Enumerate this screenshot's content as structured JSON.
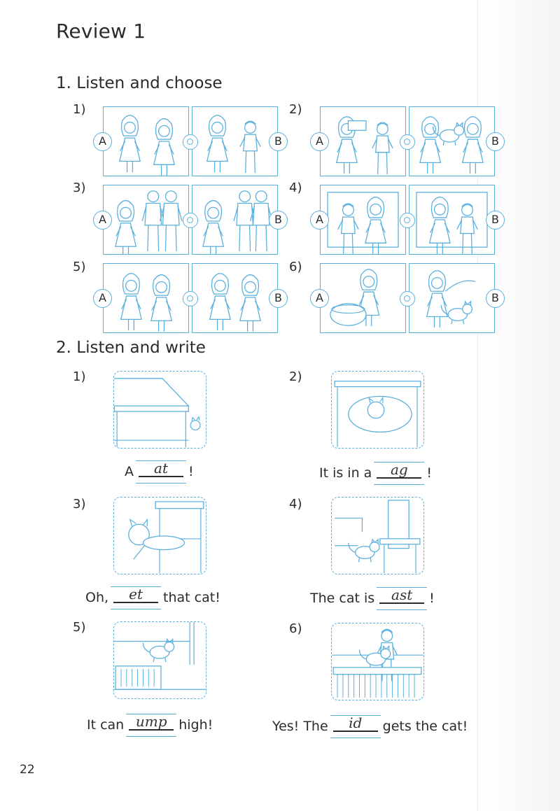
{
  "page_title": "Review 1",
  "section1": {
    "title": "1. Listen and choose",
    "items": [
      {
        "num": "1)",
        "a": "A",
        "b": "B"
      },
      {
        "num": "2)",
        "a": "A",
        "b": "B"
      },
      {
        "num": "3)",
        "a": "A",
        "b": "B"
      },
      {
        "num": "4)",
        "a": "A",
        "b": "B"
      },
      {
        "num": "5)",
        "a": "A",
        "b": "B"
      },
      {
        "num": "6)",
        "a": "A",
        "b": "B"
      }
    ]
  },
  "section2": {
    "title": "2. Listen and write",
    "items": [
      {
        "num": "1)",
        "before": "A",
        "answer": "at",
        "after": "!"
      },
      {
        "num": "2)",
        "before": "It is in a",
        "answer": "ag",
        "after": "!"
      },
      {
        "num": "3)",
        "before": "Oh,",
        "answer": "et",
        "after": "that cat!"
      },
      {
        "num": "4)",
        "before": "The cat is",
        "answer": "ast",
        "after": "!"
      },
      {
        "num": "5)",
        "before": "It can",
        "answer": "ump",
        "after": "high!"
      },
      {
        "num": "6)",
        "before": "Yes! The",
        "answer": "id",
        "after": "gets the cat!"
      }
    ]
  },
  "page_number": "22",
  "colors": {
    "accent": "#5ab0dd",
    "text": "#2b2b2b"
  }
}
